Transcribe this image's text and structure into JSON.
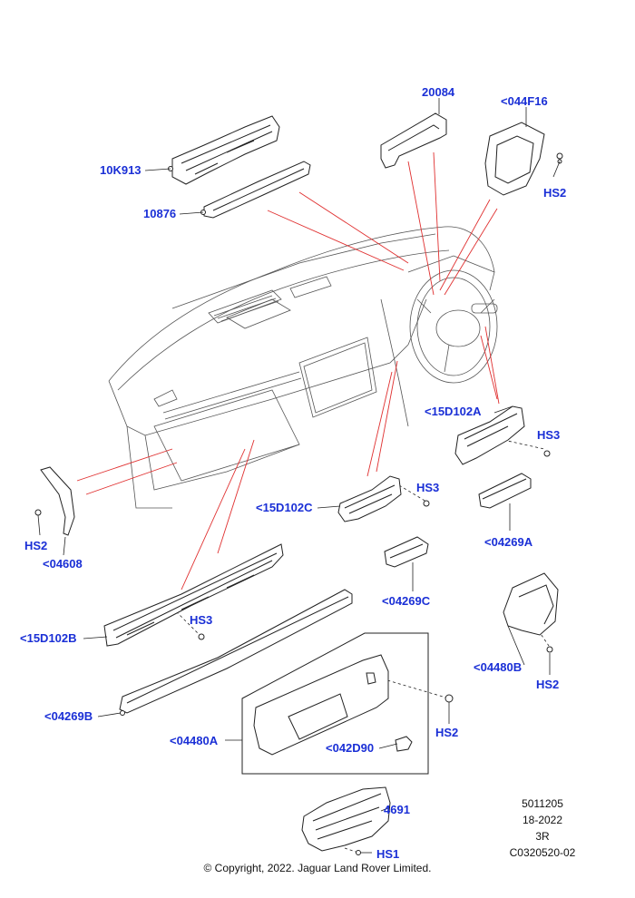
{
  "colors": {
    "callout": "#1a2fd6",
    "leader": "#e03030",
    "outline": "#222222",
    "fill": "#ffffff"
  },
  "callouts": {
    "c20084": "20084",
    "c044F16": "<044F16",
    "c10K913": "10K913",
    "c10876": "10876",
    "hs2_topright": "HS2",
    "c15D102A": "<15D102A",
    "hs3_right": "HS3",
    "c15D102C": "<15D102C",
    "hs3_mid": "HS3",
    "c04269A": "<04269A",
    "hs2_left": "HS2",
    "c04608": "<04608",
    "c04269C": "<04269C",
    "c15D102B": "<15D102B",
    "hs3_left": "HS3",
    "c04480B": "<04480B",
    "hs2_right": "HS2",
    "c04269B": "<04269B",
    "hs2_center": "HS2",
    "c04480A": "<04480A",
    "c042D90": "<042D90",
    "c4691": "4691",
    "hs1": "HS1"
  },
  "meta": {
    "line1": "5011205",
    "line2": "18-2022",
    "line3": "3R",
    "line4": "C0320520-02"
  },
  "copyright": "© Copyright, 2022. Jaguar Land Rover Limited."
}
